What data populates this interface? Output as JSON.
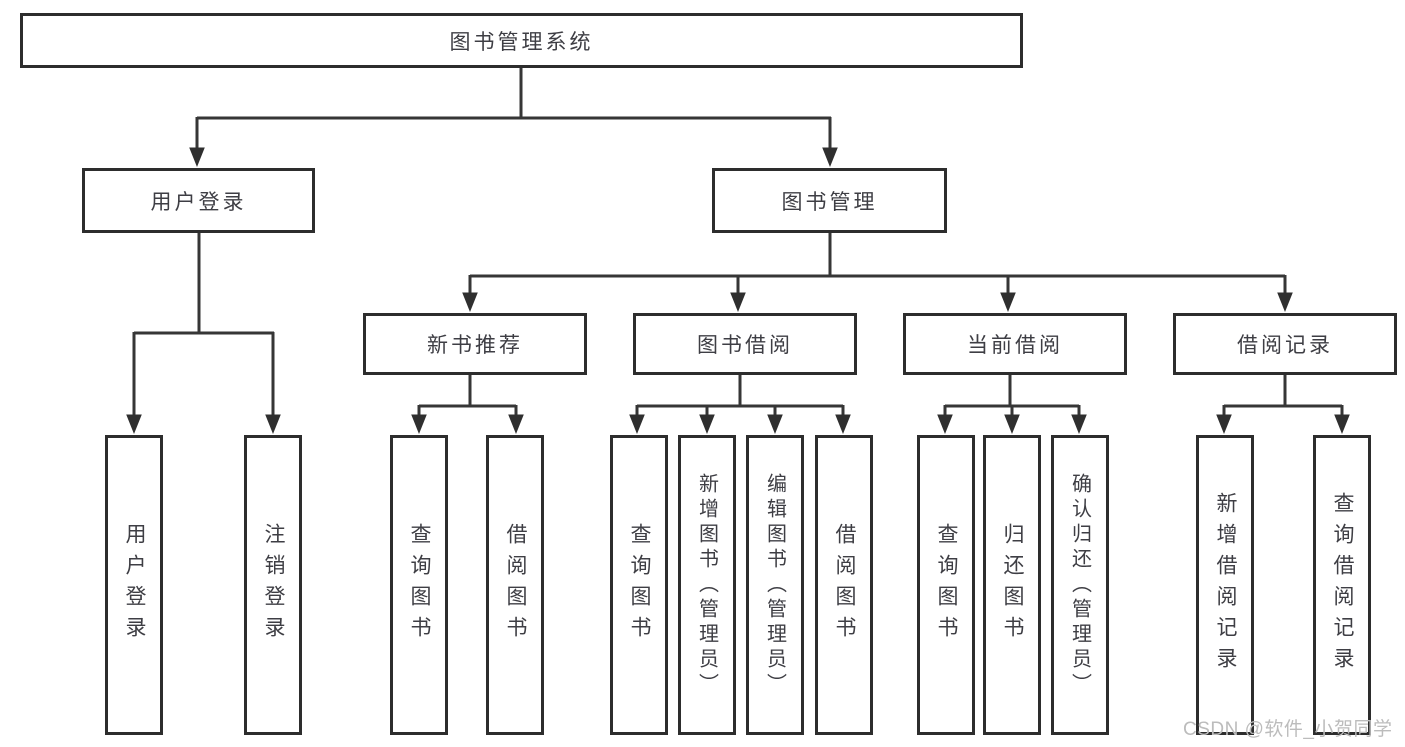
{
  "diagram": {
    "tree": {
      "root": {
        "label": "图书管理系统"
      },
      "children": [
        {
          "label": "用户登录",
          "children": [
            {
              "label": "用户登录"
            },
            {
              "label": "注销登录"
            }
          ]
        },
        {
          "label": "图书管理",
          "children": [
            {
              "label": "新书推荐",
              "children": [
                {
                  "label": "查询图书"
                },
                {
                  "label": "借阅图书"
                }
              ]
            },
            {
              "label": "图书借阅",
              "children": [
                {
                  "label": "查询图书"
                },
                {
                  "label": "新增图书（管理员）"
                },
                {
                  "label": "编辑图书（管理员）"
                },
                {
                  "label": "借阅图书"
                }
              ]
            },
            {
              "label": "当前借阅",
              "children": [
                {
                  "label": "查询图书"
                },
                {
                  "label": "归还图书"
                },
                {
                  "label": "确认归还（管理员）"
                }
              ]
            },
            {
              "label": "借阅记录",
              "children": [
                {
                  "label": "新增借阅记录"
                },
                {
                  "label": "查询借阅记录"
                }
              ]
            }
          ]
        }
      ]
    },
    "colors": {
      "box_border": "#2d2d2d",
      "connector_line": "#363636",
      "text": "#3e3e44",
      "background": "#ffffff",
      "watermark_text_color": "#bcbcbc"
    }
  },
  "watermark": {
    "text": "CSDN @软件_小贺同学"
  }
}
